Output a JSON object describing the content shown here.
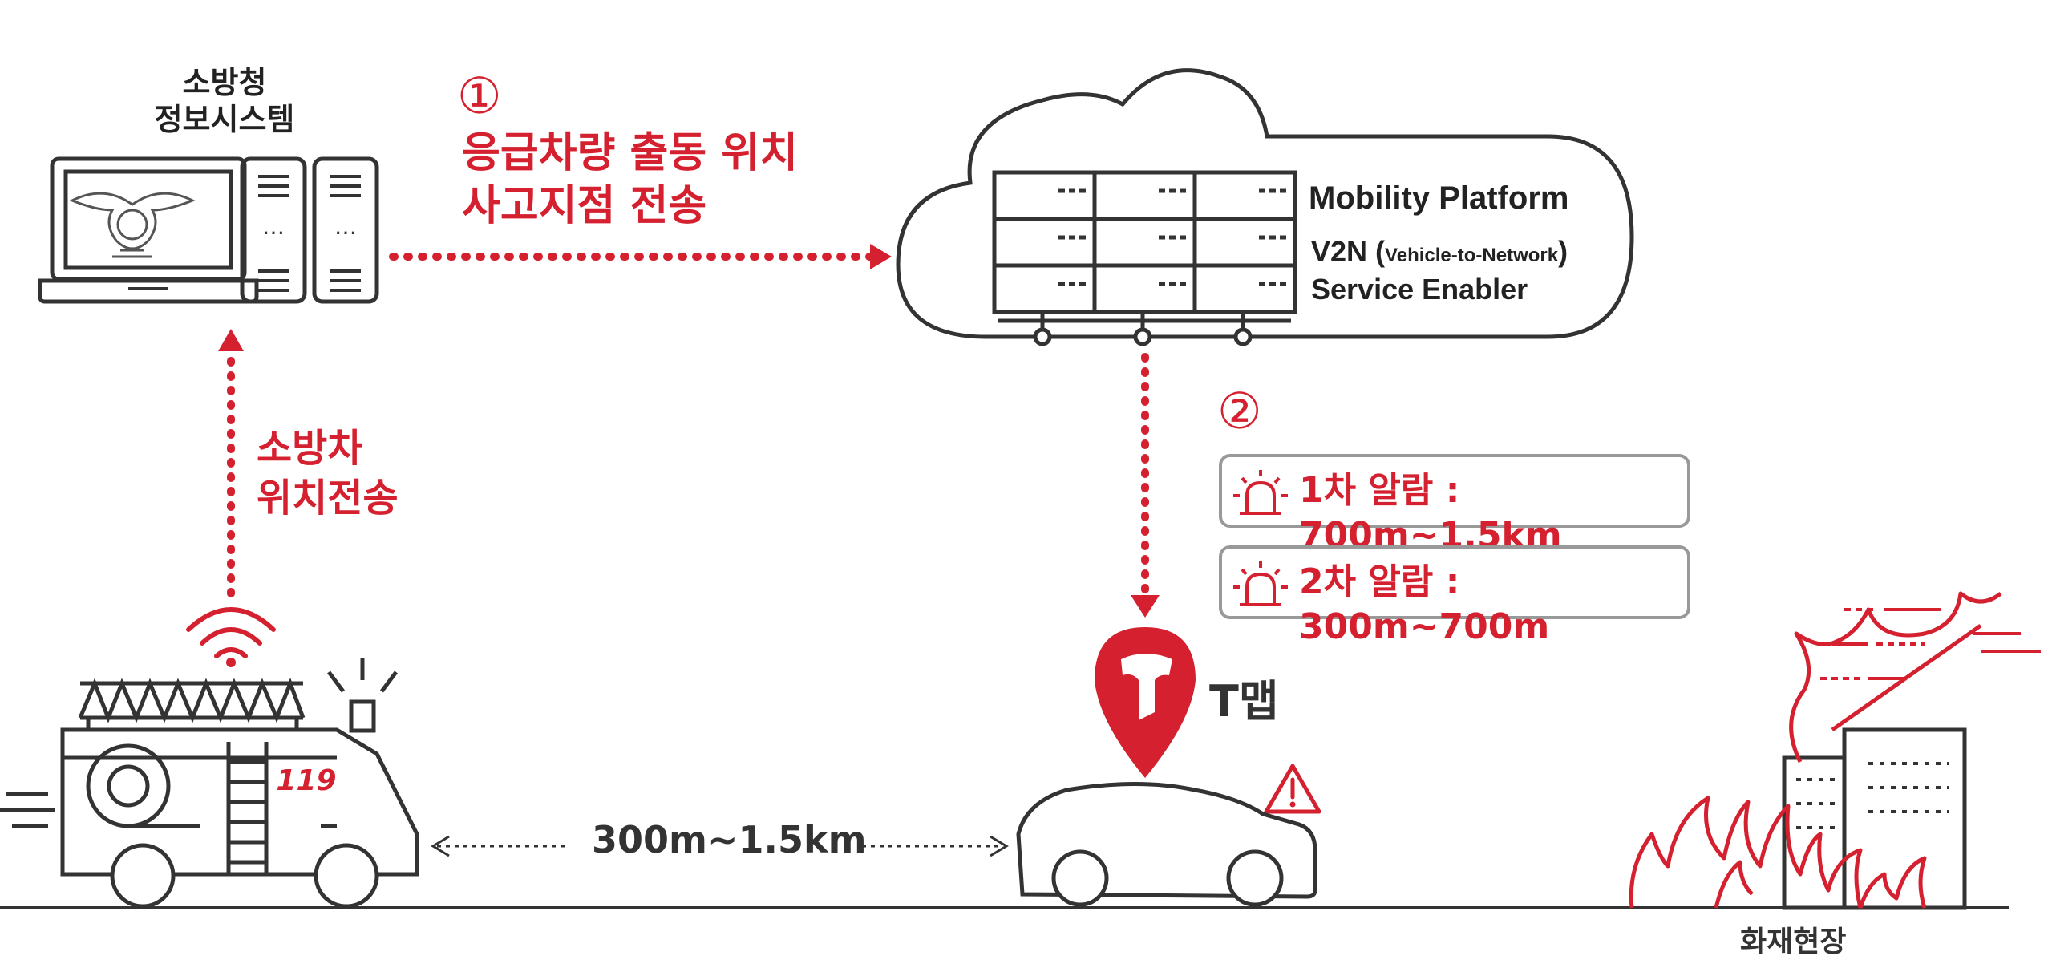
{
  "fire_system": {
    "title_line1": "소방청",
    "title_line2": "정보시스템"
  },
  "step1": {
    "number": "①",
    "line1": "응급차량 출동 위치",
    "line2": "사고지점 전송"
  },
  "step_side": {
    "line1": "소방차",
    "line2": "위치전송"
  },
  "platform": {
    "title": "Mobility Platform",
    "v2n_main": "V2N ",
    "v2n_open": "(",
    "v2n_sub": "Vehicle-to-Network",
    "v2n_close": ")",
    "enabler": "Service Enabler"
  },
  "step2": {
    "number": "②",
    "alarm1": "1차 알람 : 700m~1.5km",
    "alarm2": "2차 알람 : 300m~700m"
  },
  "tmap": {
    "label": "T맵"
  },
  "fire_truck": {
    "badge": "119"
  },
  "distance": {
    "label": "300m~1.5km"
  },
  "fire_scene": {
    "label": "화재현장"
  },
  "colors": {
    "accent_red": "#d4202f",
    "line_dark": "#333333",
    "box_border": "#999999"
  }
}
